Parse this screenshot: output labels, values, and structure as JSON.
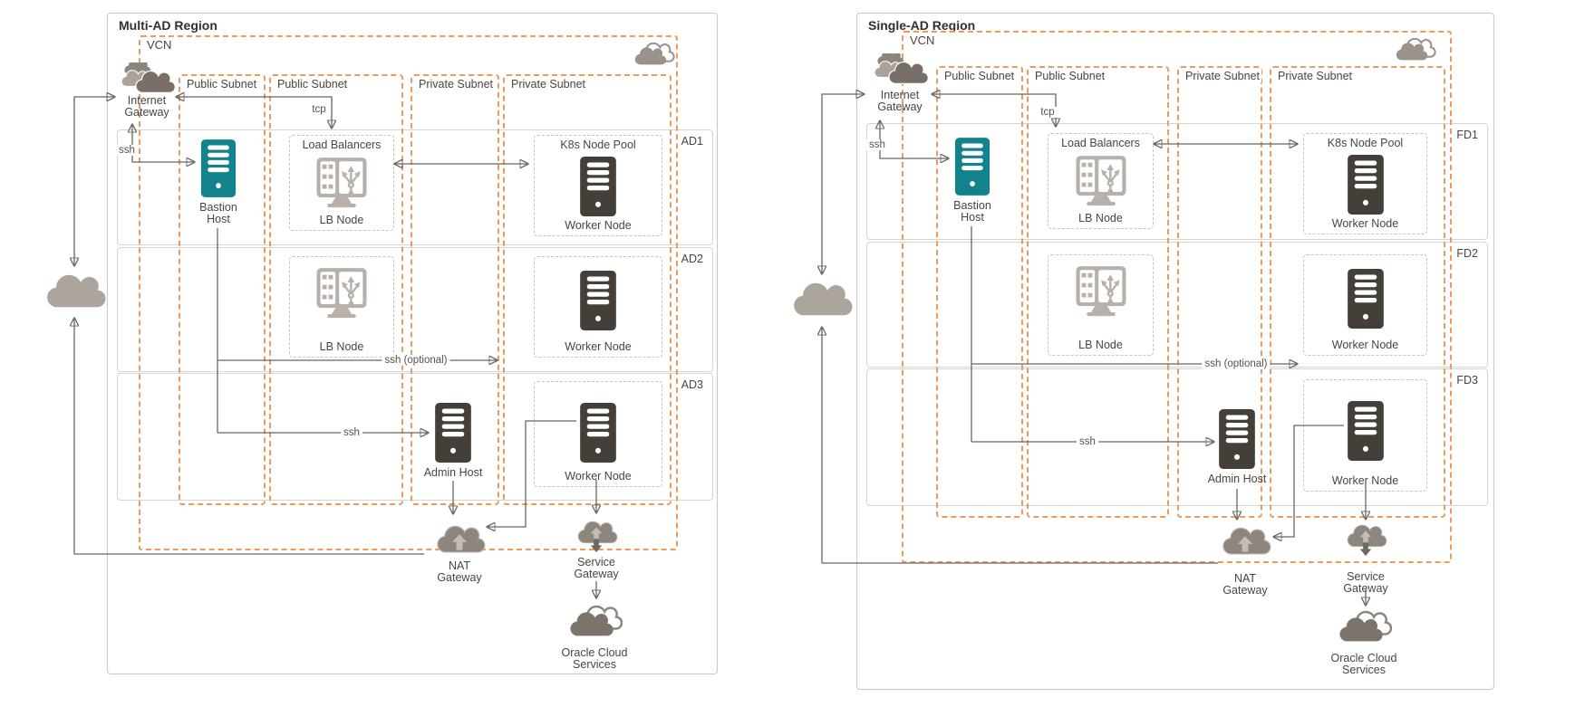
{
  "diagrams": [
    {
      "title": "Multi-AD Region",
      "vcn": "VCN",
      "subnets": [
        "Public Subnet",
        "Public Subnet",
        "Private Subnet",
        "Private Subnet"
      ],
      "zones": [
        "AD1",
        "AD2",
        "AD3"
      ],
      "nodes": {
        "internet_gateway": "Internet Gateway",
        "bastion": "Bastion Host",
        "lb_group": "Load Balancers",
        "lb_node": "LB Node",
        "k8s_pool": "K8s Node Pool",
        "worker": "Worker Node",
        "admin": "Admin Host",
        "nat": "NAT Gateway",
        "service": "Service Gateway",
        "oracle": "Oracle Cloud Services"
      },
      "edges": {
        "tcp": "tcp",
        "ssh": "ssh",
        "ssh_optional": "ssh (optional)",
        "ssh_admin": "ssh"
      }
    },
    {
      "title": "Single-AD Region",
      "vcn": "VCN",
      "subnets": [
        "Public Subnet",
        "Public Subnet",
        "Private Subnet",
        "Private Subnet"
      ],
      "zones": [
        "FD1",
        "FD2",
        "FD3"
      ],
      "nodes": {
        "internet_gateway": "Internet Gateway",
        "bastion": "Bastion Host",
        "lb_group": "Load Balancers",
        "lb_node": "LB Node",
        "k8s_pool": "K8s Node Pool",
        "worker": "Worker Node",
        "admin": "Admin Host",
        "nat": "NAT Gateway",
        "service": "Service Gateway",
        "oracle": "Oracle Cloud Services"
      },
      "edges": {
        "tcp": "tcp",
        "ssh": "ssh",
        "ssh_optional": "ssh (optional)",
        "ssh_admin": "ssh"
      }
    }
  ],
  "colors": {
    "subnet_dashed": "#EC9A5D",
    "bastion_teal": "#12838D",
    "server_dark": "#453F39",
    "cloud_gray": "#948D85",
    "line": "#6B655F"
  }
}
